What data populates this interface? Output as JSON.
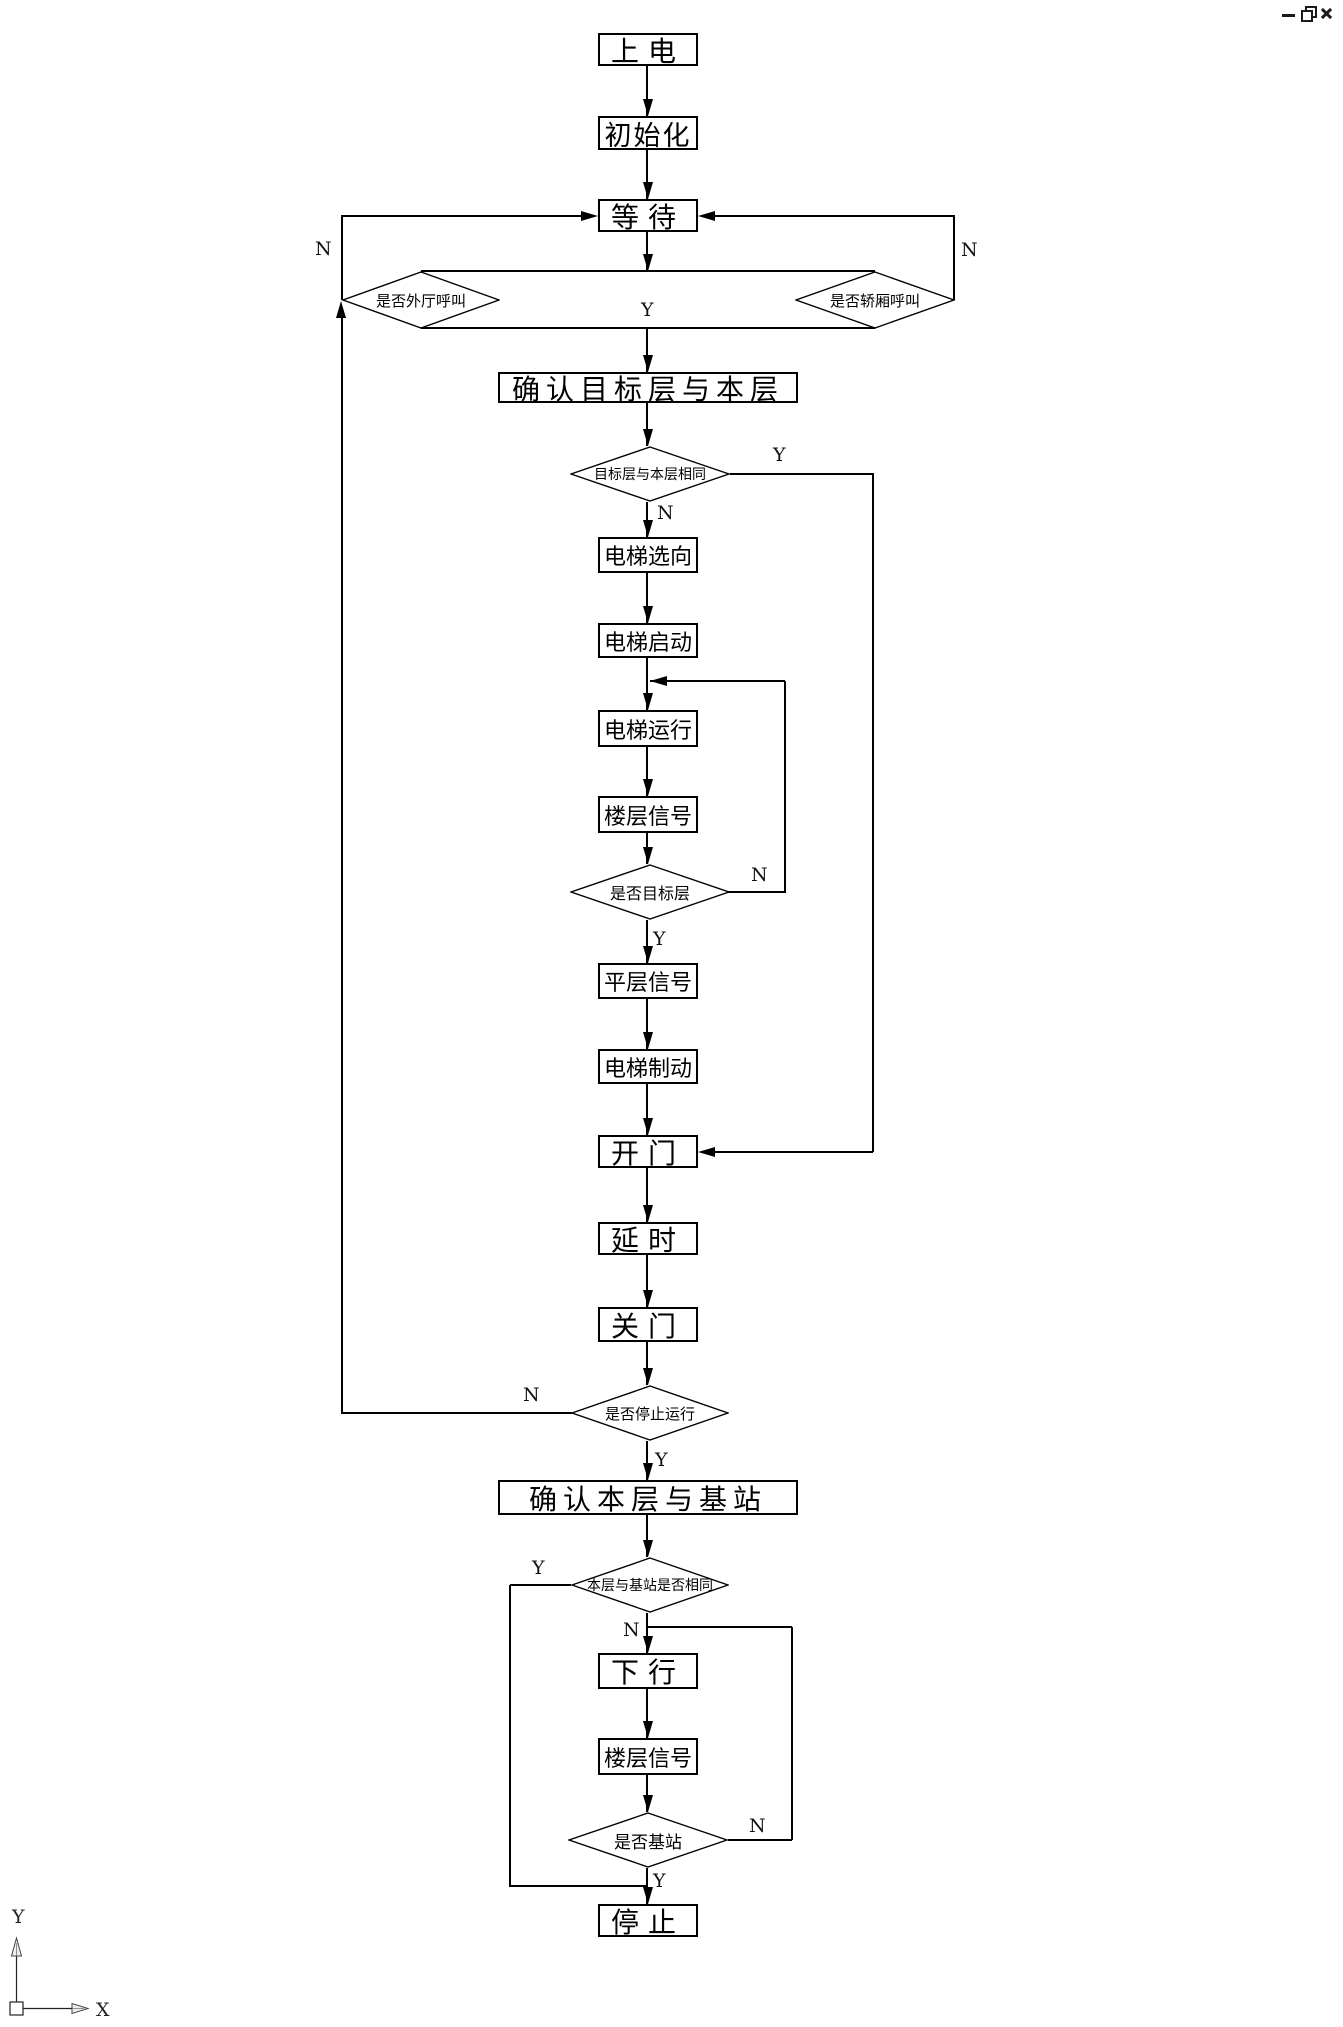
{
  "window": {
    "controls": {
      "minimize": "minimize",
      "restore": "restore",
      "close": "close"
    }
  },
  "flowchart": {
    "nodes": {
      "power_on": "上电",
      "init": "初始化",
      "wait": "等待",
      "hall_call": "是否外厅呼叫",
      "car_call": "是否轿厢呼叫",
      "confirm_target": "确认目标层与本层",
      "target_same": "目标层与本层相同",
      "select_dir": "电梯选向",
      "elev_start": "电梯启动",
      "elev_run": "电梯运行",
      "floor_signal": "楼层信号",
      "is_target": "是否目标层",
      "level_signal": "平层信号",
      "brake": "电梯制动",
      "open_door": "开门",
      "delay": "延时",
      "close_door": "关门",
      "is_stop": "是否停止运行",
      "confirm_base": "确认本层与基站",
      "base_same": "本层与基站是否相同",
      "go_down": "下行",
      "floor_signal2": "楼层信号",
      "is_base": "是否基站",
      "stop": "停止"
    },
    "labels": {
      "yes": "Y",
      "no": "N"
    },
    "axes": {
      "x": "X",
      "y": "Y"
    }
  }
}
